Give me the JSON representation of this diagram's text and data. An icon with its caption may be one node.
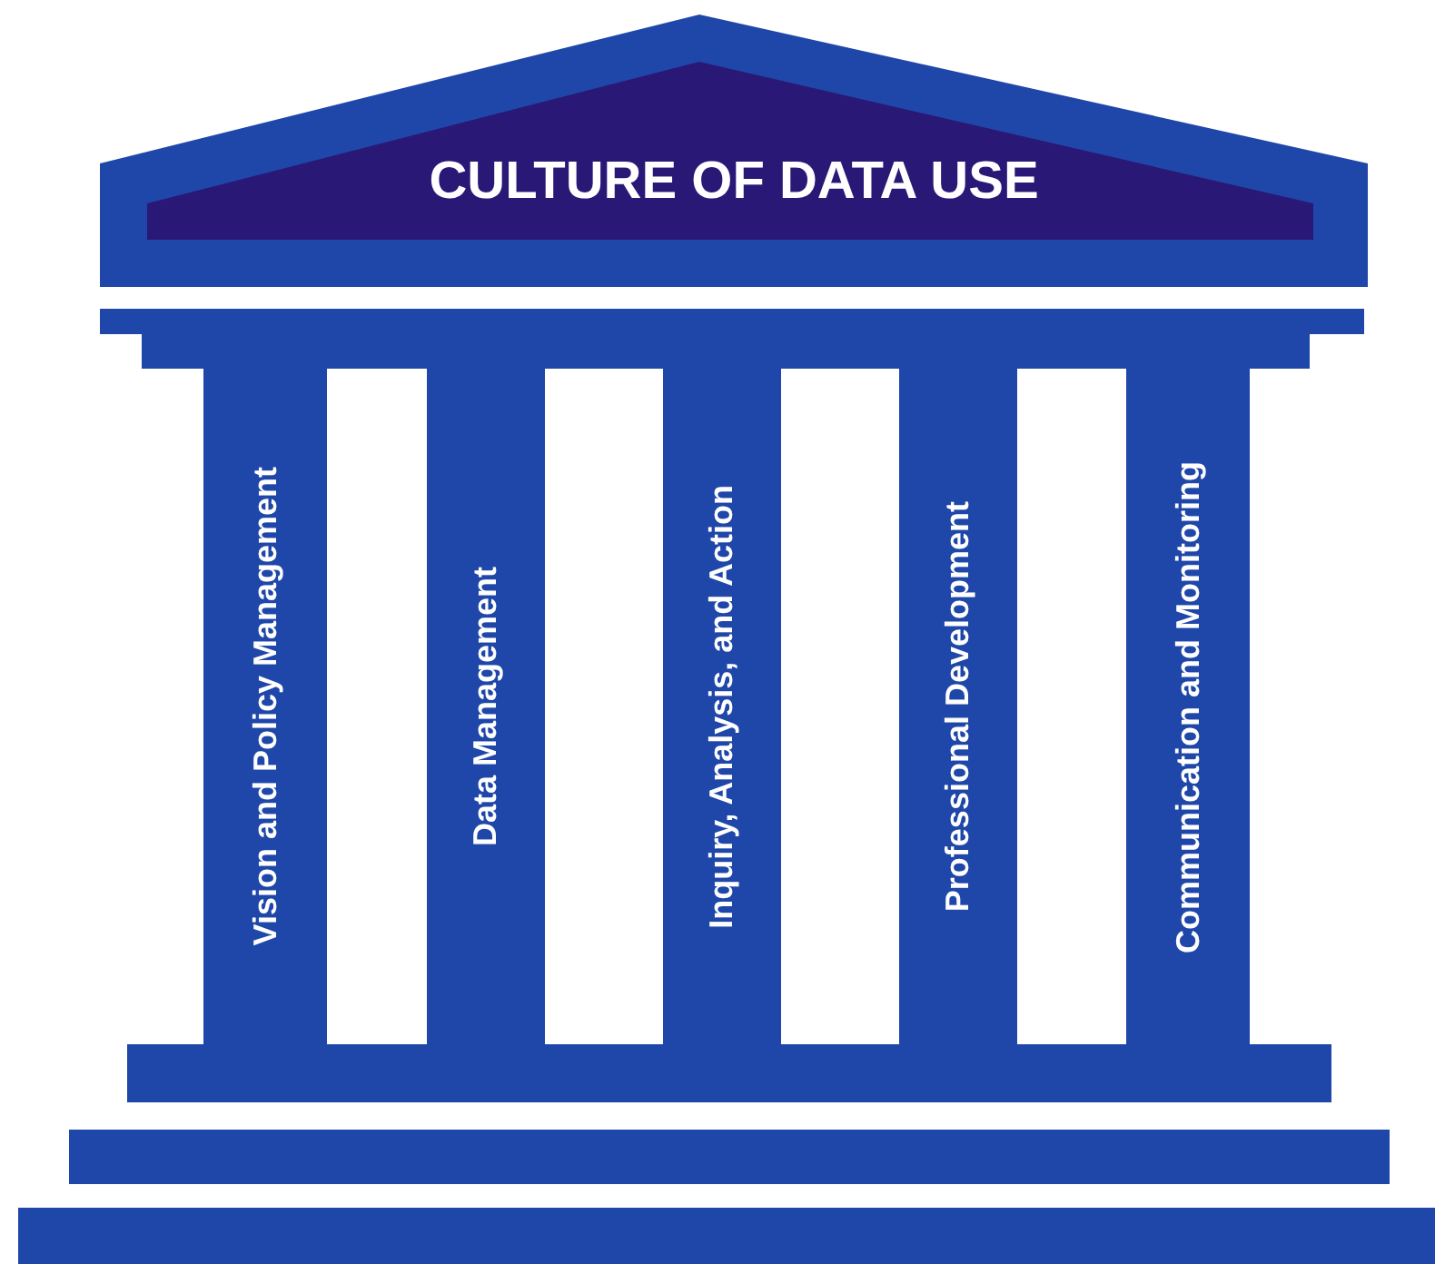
{
  "diagram": {
    "nodes": [
      {
        "text": [
          "CULTURE OF DATA USE"
        ]
      },
      {
        "text": [
          "Vision and Policy Management"
        ]
      },
      {
        "text": [
          "Data Management"
        ]
      },
      {
        "text": [
          "Inquiry, Analysis, and Action"
        ]
      },
      {
        "text": [
          "Professional Development"
        ]
      },
      {
        "text": [
          "Communication and Monitoring"
        ]
      }
    ],
    "edges": []
  }
}
